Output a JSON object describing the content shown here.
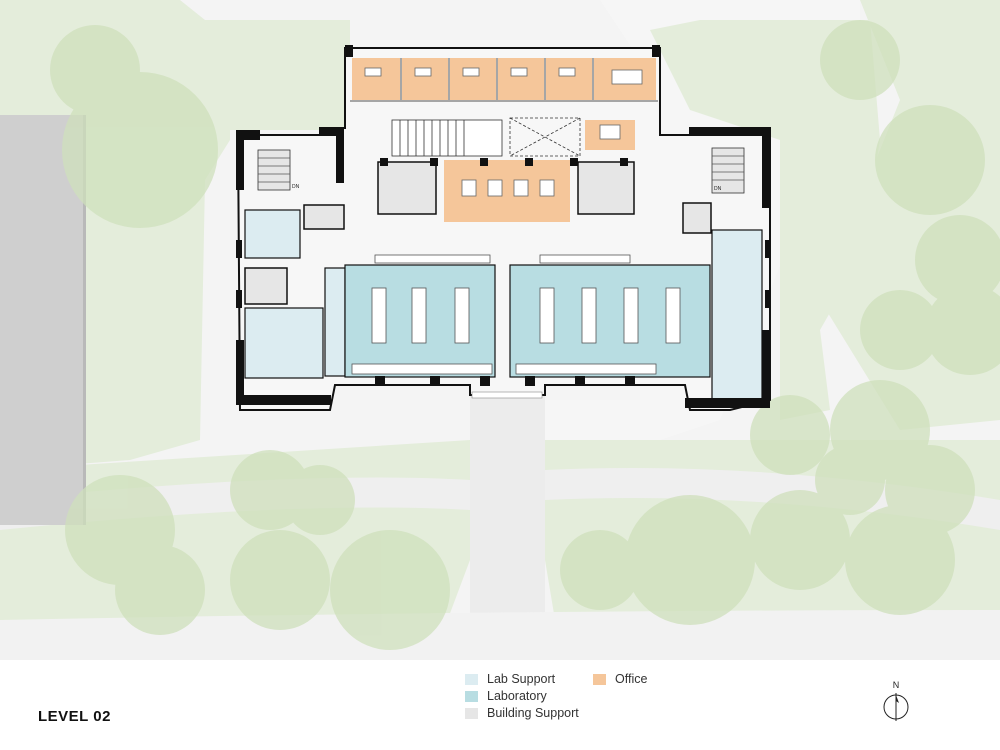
{
  "title": "LEVEL 02",
  "legend": [
    {
      "label": "Lab Support",
      "color": "#dcecf1"
    },
    {
      "label": "Laboratory",
      "color": "#b8dde2"
    },
    {
      "label": "Building Support",
      "color": "#e6e6e6"
    },
    {
      "label": "Office",
      "color": "#f5c69a"
    }
  ],
  "north_label": "N",
  "stair_labels": [
    "DN",
    "DN"
  ],
  "colors": {
    "site_green": "#e4eddb",
    "tree_green": "#d3e4c3",
    "paving": "#f1f1f1",
    "neighbor_building": "#c9c9c9",
    "wall": "#111111"
  }
}
